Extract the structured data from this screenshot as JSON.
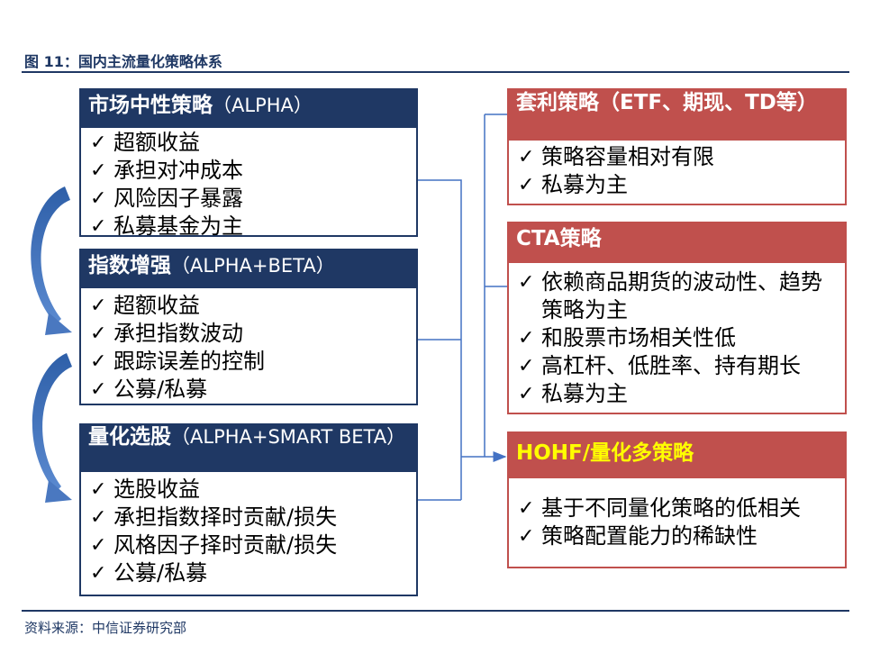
{
  "figure": {
    "title": "图 11：国内主流量化策略体系",
    "source": "资料来源：中信证券研究部"
  },
  "left_boxes": [
    {
      "title": "市场中性策略",
      "subtitle": "（ALPHA）",
      "items": [
        "超额收益",
        "承担对冲成本",
        "风险因子暴露",
        "私募基金为主"
      ]
    },
    {
      "title": "指数增强",
      "subtitle": "（ALPHA+BETA）",
      "items": [
        "超额收益",
        "承担指数波动",
        "跟踪误差的控制",
        "公募/私募"
      ]
    },
    {
      "title": "量化选股",
      "subtitle": "（ALPHA+SMART BETA）",
      "items": [
        "选股收益",
        "承担指数择时贡献/损失",
        "风格因子择时贡献/损失",
        "公募/私募"
      ]
    }
  ],
  "right_boxes": [
    {
      "title": "套利策略（ETF、期现、TD等）",
      "items": [
        "策略容量相对有限",
        "私募为主"
      ]
    },
    {
      "title": "CTA策略",
      "items": [
        "依赖商品期货的波动性、趋势策略为主",
        "和股票市场相关性低",
        "高杠杆、低胜率、持有期长",
        "私募为主"
      ]
    },
    {
      "title_prefix": "HOHF/",
      "title_highlight": "量化多策略",
      "items": [
        "基于不同量化策略的低相关",
        "策略配置能力的稀缺性"
      ]
    }
  ],
  "check_glyph": "✓",
  "colors": {
    "navy": "#1f3864",
    "red": "#c0504d",
    "connector": "#4472c4",
    "highlight": "#ffff00"
  }
}
